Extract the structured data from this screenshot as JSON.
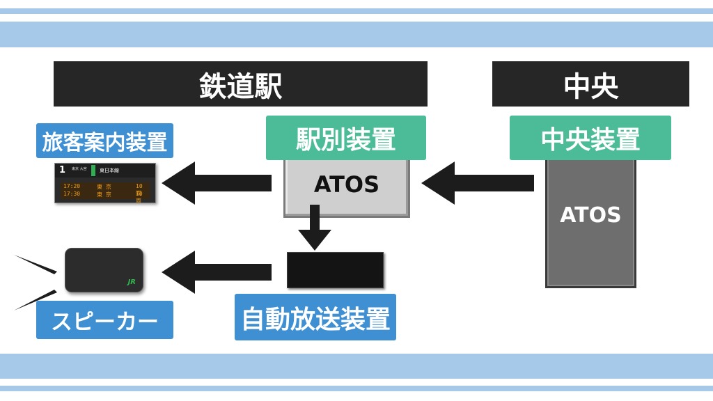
{
  "headers": {
    "station": "鉄道駅",
    "central": "中央"
  },
  "tags": {
    "passenger_info": "旅客案内装置",
    "station_device": "駅別装置",
    "central_device": "中央装置",
    "speaker": "スピーカー",
    "auto_broadcast": "自動放送装置"
  },
  "boxes": {
    "station_atos": "ATOS",
    "central_atos": "ATOS"
  },
  "display_board": {
    "track": "1",
    "subtitle": "東京 大宮",
    "line": "東日本線",
    "rows": [
      {
        "time": "17:20",
        "dest": "東 京",
        "cars": "10両"
      },
      {
        "time": "17:30",
        "dest": "東 京",
        "cars": "10両"
      }
    ]
  },
  "speaker_logo": "JR",
  "colors": {
    "stripe": "#a7c9e9",
    "header_bg": "#262626",
    "blue_tag": "#3f8fd3",
    "green_tag": "#4cbb97",
    "arrow": "#1c1c1c"
  }
}
